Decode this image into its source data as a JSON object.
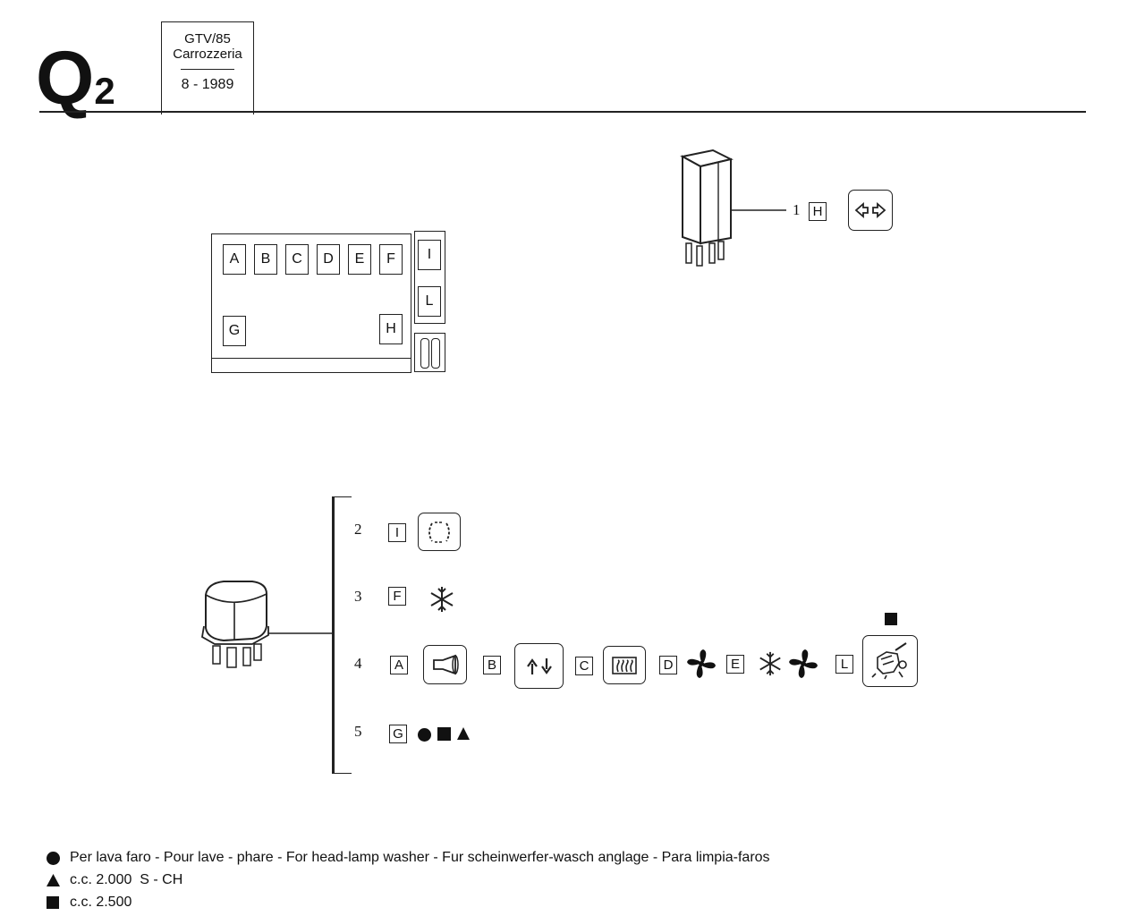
{
  "header": {
    "page_code": "Q",
    "page_code_sub": "2",
    "model": "GTV/85",
    "section": "Carrozzeria",
    "date": "8 - 1989"
  },
  "fuse_box": {
    "top_slots": [
      "A",
      "B",
      "C",
      "D",
      "E",
      "F"
    ],
    "side_slots": [
      "I",
      "L"
    ],
    "bottom_left": "G",
    "bottom_right": "H"
  },
  "relay_1": {
    "number": "1",
    "slot": "H"
  },
  "relay_group": {
    "rows": [
      {
        "number": "2",
        "items": [
          {
            "slot": "I"
          }
        ]
      },
      {
        "number": "3",
        "items": [
          {
            "slot": "F"
          }
        ]
      },
      {
        "number": "4",
        "items": [
          {
            "slot": "A"
          },
          {
            "slot": "B"
          },
          {
            "slot": "C"
          },
          {
            "slot": "D"
          },
          {
            "slot": "E"
          },
          {
            "slot": "L"
          }
        ]
      },
      {
        "number": "5",
        "items": [
          {
            "slot": "G"
          }
        ]
      }
    ]
  },
  "legend": [
    {
      "symbol": "circle",
      "text": "Per lava faro - Pour lave - phare - For head-lamp washer - Fur scheinwerfer-wasch anglage - Para limpia-faros"
    },
    {
      "symbol": "triangle",
      "text": "c.c. 2.000  S - CH"
    },
    {
      "symbol": "square",
      "text": "c.c. 2.500"
    }
  ]
}
